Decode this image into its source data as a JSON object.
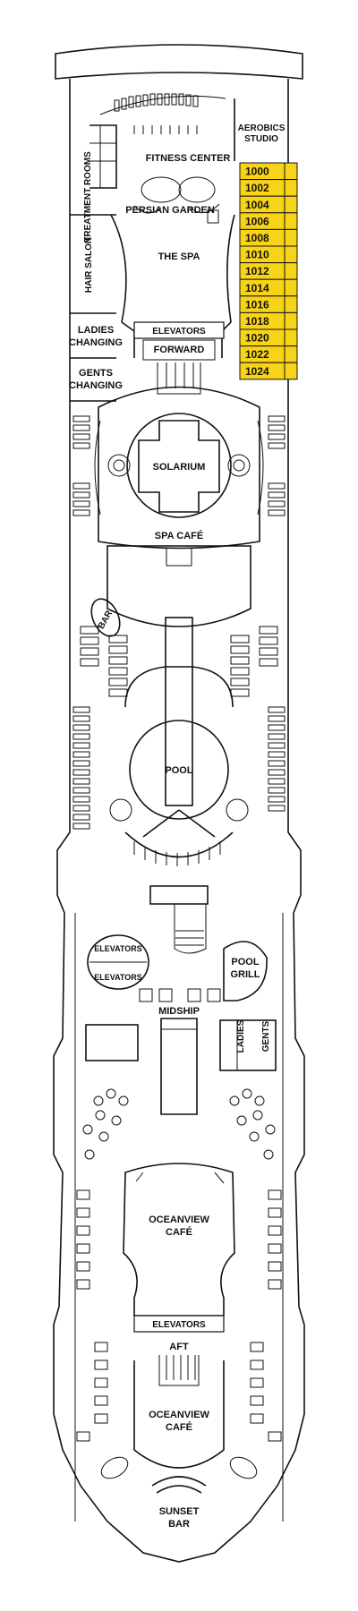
{
  "colors": {
    "stateroom_highlight": "#f7d417",
    "line": "#111111",
    "background": "#ffffff"
  },
  "labels": {
    "aerobics_studio_1": "AEROBICS",
    "aerobics_studio_2": "STUDIO",
    "fitness_center": "FITNESS CENTER",
    "treatment_rooms": "TREATMENT ROOMS",
    "persian_garden": "PERSIAN GARDEN",
    "hair_salon": "HAIR SALON",
    "the_spa": "THE SPA",
    "elevators_forward": "ELEVATORS",
    "forward": "FORWARD",
    "ladies_changing_1": "LADIES",
    "ladies_changing_2": "CHANGING",
    "gents_changing_1": "GENTS",
    "gents_changing_2": "CHANGING",
    "solarium": "SOLARIUM",
    "spa_cafe": "SPA CAFÉ",
    "bar": "BAR",
    "pool": "POOL",
    "elevators_mid_1": "ELEVATORS",
    "elevators_mid_2": "ELEVATORS",
    "pool_grill_1": "POOL",
    "pool_grill_2": "GRILL",
    "midship": "MIDSHIP",
    "ladies": "LADIES",
    "gents": "GENTS",
    "oceanview_cafe_1a": "OCEANVIEW",
    "oceanview_cafe_1b": "CAFÉ",
    "elevators_aft": "ELEVATORS",
    "aft": "AFT",
    "oceanview_cafe_2a": "OCEANVIEW",
    "oceanview_cafe_2b": "CAFÉ",
    "sunset_bar_1": "SUNSET",
    "sunset_bar_2": "BAR"
  },
  "staterooms": [
    "1000",
    "1002",
    "1004",
    "1006",
    "1008",
    "1010",
    "1012",
    "1014",
    "1016",
    "1018",
    "1020",
    "1022",
    "1024"
  ]
}
